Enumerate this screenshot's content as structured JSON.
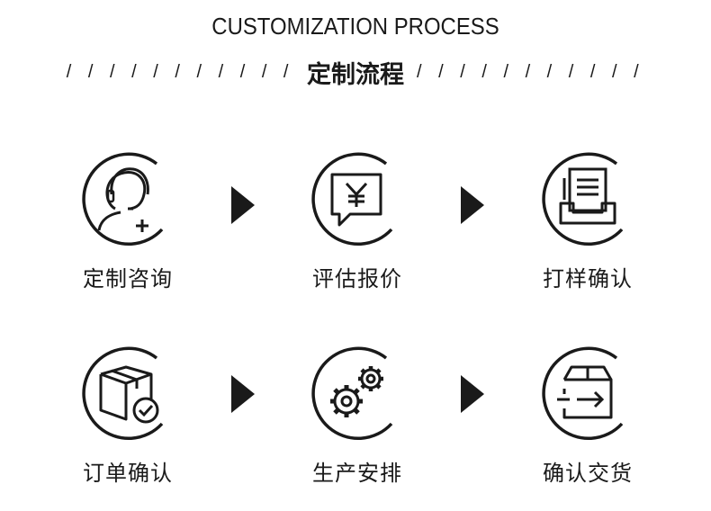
{
  "header": {
    "title_en": "CUSTOMIZATION PROCESS",
    "title_cn": "定制流程",
    "slashes_left": "/ / / / / / / / / / /",
    "slashes_right": "/ / / / / / / / / / /"
  },
  "steps": [
    {
      "label": "定制咨询",
      "icon": "customer-service-icon"
    },
    {
      "label": "评估报价",
      "icon": "yuan-chat-icon"
    },
    {
      "label": "打样确认",
      "icon": "document-tray-icon"
    },
    {
      "label": "订单确认",
      "icon": "package-check-icon"
    },
    {
      "label": "生产安排",
      "icon": "gears-icon"
    },
    {
      "label": "确认交货",
      "icon": "delivery-box-icon"
    }
  ],
  "colors": {
    "ink": "#1a1a1a",
    "background": "#ffffff"
  }
}
